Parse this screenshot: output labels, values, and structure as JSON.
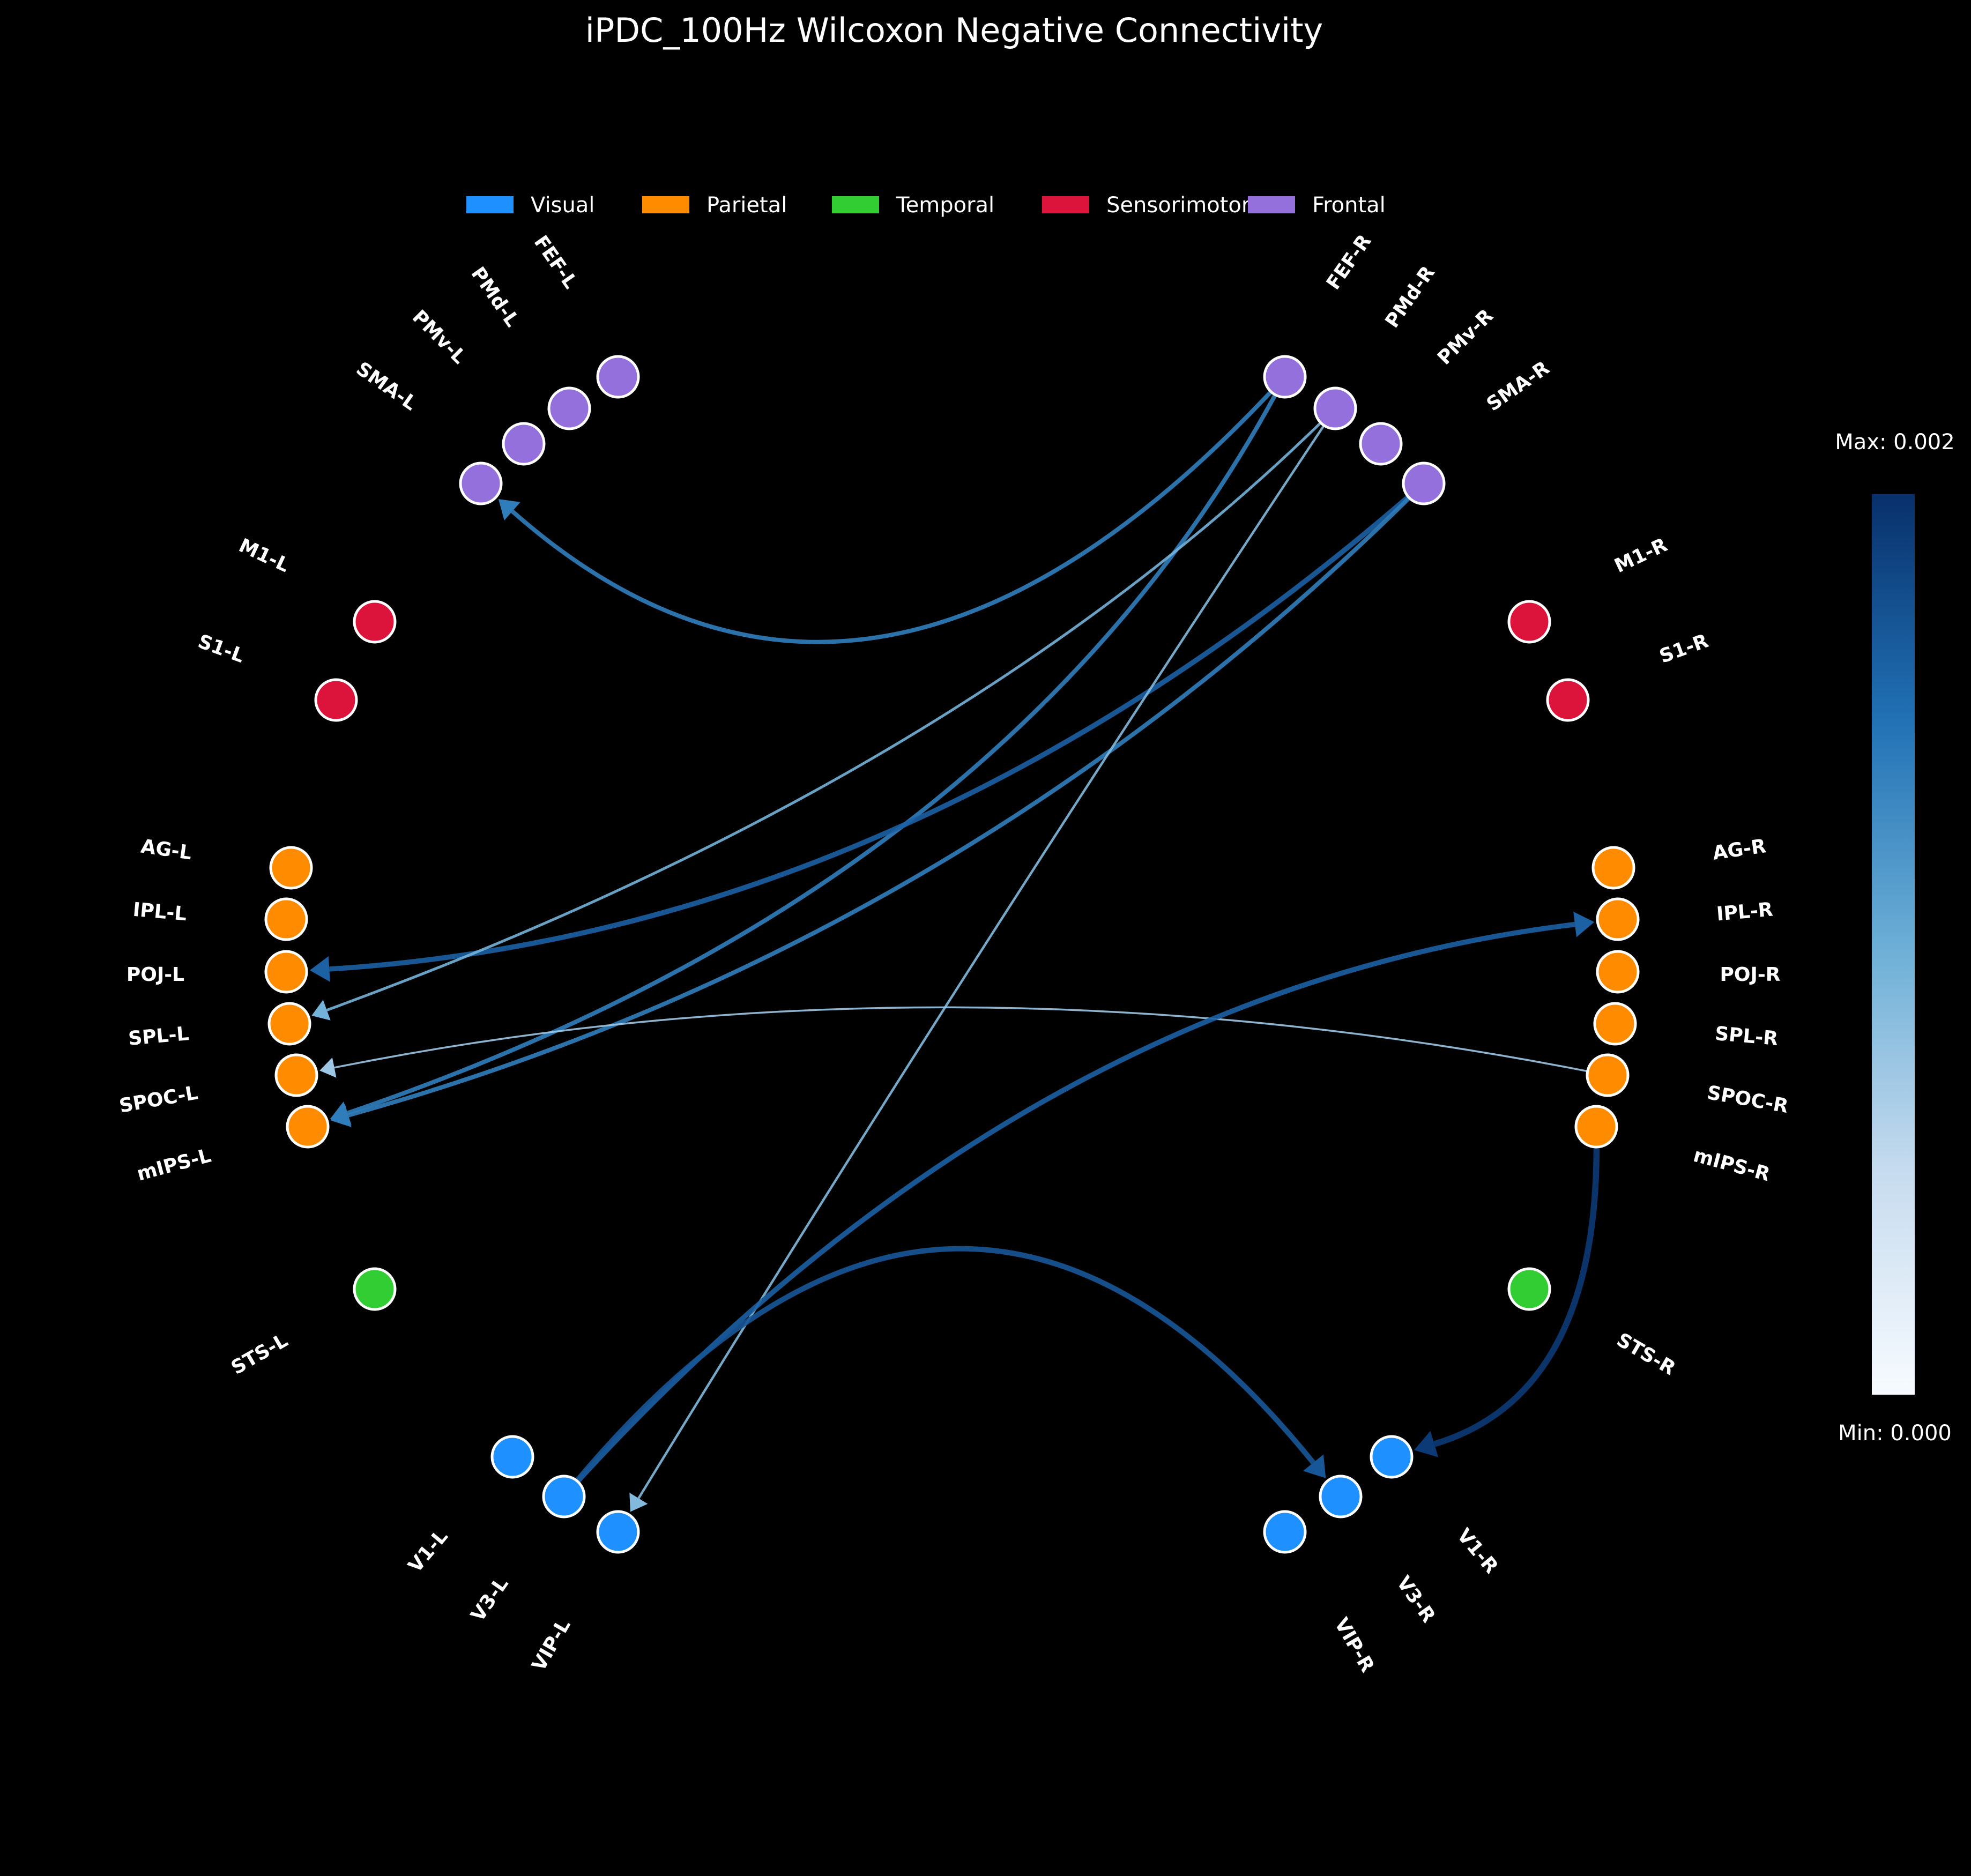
{
  "title": "iPDC_100Hz Wilcoxon Negative Connectivity",
  "legend": [
    {
      "label": "Visual",
      "color": "#1e90ff"
    },
    {
      "label": "Parietal",
      "color": "#ff8c00"
    },
    {
      "label": "Temporal",
      "color": "#32cd32"
    },
    {
      "label": "Sensorimotor",
      "color": "#dc143c"
    },
    {
      "label": "Frontal",
      "color": "#9370db"
    }
  ],
  "colorbar": {
    "max_label": "Max: 0.002",
    "min_label": "Min: 0.000",
    "min": 0.0,
    "max": 0.002,
    "colormap": "Blues",
    "stops": [
      "#f7fbff",
      "#c6dbef",
      "#6baed6",
      "#2171b5",
      "#08306b"
    ]
  },
  "nodes": [
    {
      "id": "FEF-L",
      "group": "Frontal"
    },
    {
      "id": "PMd-L",
      "group": "Frontal"
    },
    {
      "id": "PMv-L",
      "group": "Frontal"
    },
    {
      "id": "SMA-L",
      "group": "Frontal"
    },
    {
      "id": "M1-L",
      "group": "Sensorimotor"
    },
    {
      "id": "S1-L",
      "group": "Sensorimotor"
    },
    {
      "id": "AG-L",
      "group": "Parietal"
    },
    {
      "id": "IPL-L",
      "group": "Parietal"
    },
    {
      "id": "POJ-L",
      "group": "Parietal"
    },
    {
      "id": "SPL-L",
      "group": "Parietal"
    },
    {
      "id": "SPOC-L",
      "group": "Parietal"
    },
    {
      "id": "mIPS-L",
      "group": "Parietal"
    },
    {
      "id": "STS-L",
      "group": "Temporal"
    },
    {
      "id": "V1-L",
      "group": "Visual"
    },
    {
      "id": "V3-L",
      "group": "Visual"
    },
    {
      "id": "VIP-L",
      "group": "Visual"
    },
    {
      "id": "FEF-R",
      "group": "Frontal"
    },
    {
      "id": "PMd-R",
      "group": "Frontal"
    },
    {
      "id": "PMv-R",
      "group": "Frontal"
    },
    {
      "id": "SMA-R",
      "group": "Frontal"
    },
    {
      "id": "M1-R",
      "group": "Sensorimotor"
    },
    {
      "id": "S1-R",
      "group": "Sensorimotor"
    },
    {
      "id": "AG-R",
      "group": "Parietal"
    },
    {
      "id": "IPL-R",
      "group": "Parietal"
    },
    {
      "id": "POJ-R",
      "group": "Parietal"
    },
    {
      "id": "SPL-R",
      "group": "Parietal"
    },
    {
      "id": "SPOC-R",
      "group": "Parietal"
    },
    {
      "id": "mIPS-R",
      "group": "Parietal"
    },
    {
      "id": "STS-R",
      "group": "Temporal"
    },
    {
      "id": "V1-R",
      "group": "Visual"
    },
    {
      "id": "V3-R",
      "group": "Visual"
    },
    {
      "id": "VIP-R",
      "group": "Visual"
    }
  ],
  "edges": [
    {
      "source": "FEF-R",
      "target": "SMA-L",
      "value": 0.0012
    },
    {
      "source": "FEF-R",
      "target": "mIPS-L",
      "value": 0.0012
    },
    {
      "source": "SMA-R",
      "target": "POJ-L",
      "value": 0.0015
    },
    {
      "source": "SMA-R",
      "target": "mIPS-L",
      "value": 0.0012
    },
    {
      "source": "PMd-R",
      "target": "SPL-L",
      "value": 0.0006
    },
    {
      "source": "PMd-R",
      "target": "VIP-L",
      "value": 0.0005
    },
    {
      "source": "SPOC-R",
      "target": "SPOC-L",
      "value": 0.0003
    },
    {
      "source": "V3-L",
      "target": "IPL-R",
      "value": 0.0015
    },
    {
      "source": "V3-L",
      "target": "V3-R",
      "value": 0.0016
    },
    {
      "source": "mIPS-R",
      "target": "V1-R",
      "value": 0.0019
    }
  ]
}
